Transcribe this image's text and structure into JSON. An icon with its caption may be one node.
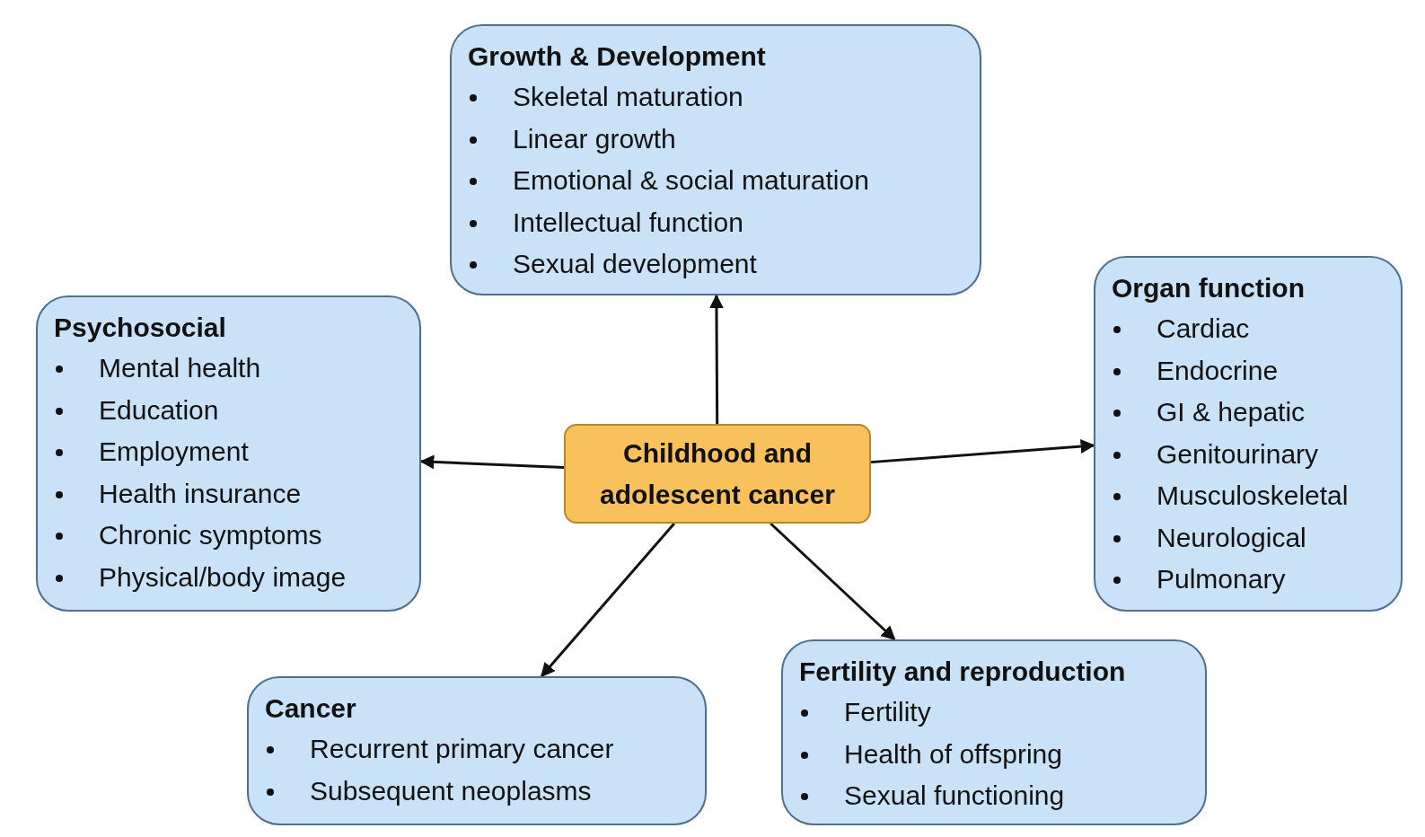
{
  "diagram": {
    "nodes": [
      {
        "text": [
          "Childhood and adolescent cancer"
        ]
      },
      {
        "text": [
          "Growth & Development",
          "Skeletal maturation",
          "Linear growth",
          "Emotional & social maturation",
          "Intellectual function",
          "Sexual development"
        ]
      },
      {
        "text": [
          "Psychosocial",
          "Mental health",
          "Education",
          "Employment",
          "Health insurance",
          "Chronic symptoms",
          "Physical/body image"
        ]
      },
      {
        "text": [
          "Organ function",
          "Cardiac",
          "Endocrine",
          "GI & hepatic",
          "Genitourinary",
          "Musculoskeletal",
          "Neurological",
          "Pulmonary"
        ]
      },
      {
        "text": [
          "Cancer",
          "Recurrent primary cancer",
          "Subsequent neoplasms"
        ]
      },
      {
        "text": [
          "Fertility and reproduction",
          "Fertility",
          "Health of offspring",
          "Sexual functioning"
        ]
      }
    ],
    "edges": [
      {
        "from": 0,
        "to": 1,
        "arrow": "to"
      },
      {
        "from": 0,
        "to": 2,
        "arrow": "to"
      },
      {
        "from": 0,
        "to": 3,
        "arrow": "to"
      },
      {
        "from": 0,
        "to": 4,
        "arrow": "to"
      },
      {
        "from": 0,
        "to": 5,
        "arrow": "to"
      }
    ]
  }
}
